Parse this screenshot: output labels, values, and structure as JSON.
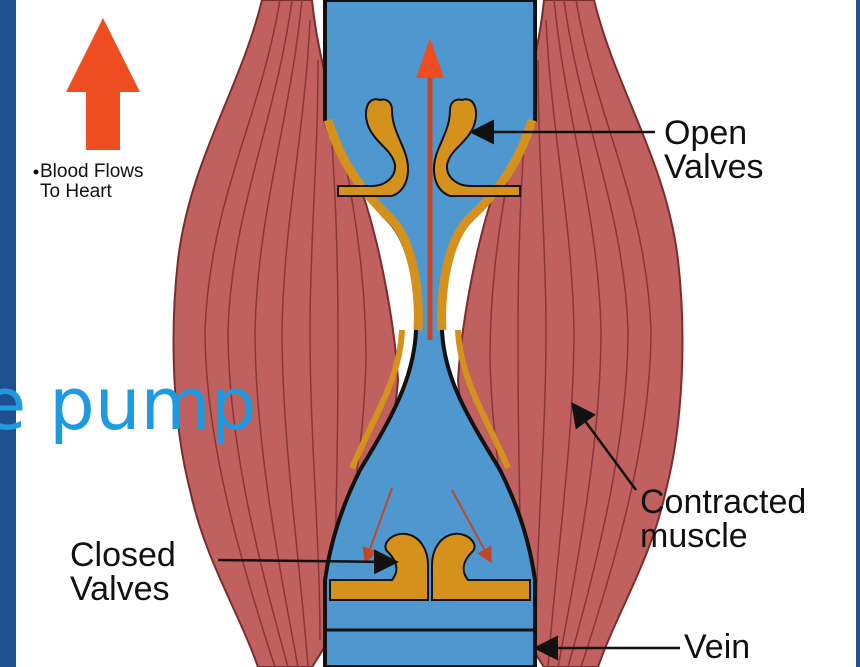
{
  "slide": {
    "title_fragment": "e pump",
    "colors": {
      "background": "#1f4f8e",
      "title": "#1e9be0",
      "muscle": "#c06160",
      "blood": "#4f97cf",
      "valve": "#d4921c",
      "arrow": "#ee5224"
    }
  },
  "diagram": {
    "flow_label_line1": "Blood Flows",
    "flow_label_line2": "To Heart",
    "open_valves_line1": "Open",
    "open_valves_line2": "Valves",
    "closed_valves_line1": "Closed",
    "closed_valves_line2": "Valves",
    "muscle_line1": "Contracted",
    "muscle_line2": "muscle",
    "vein": "Vein"
  }
}
